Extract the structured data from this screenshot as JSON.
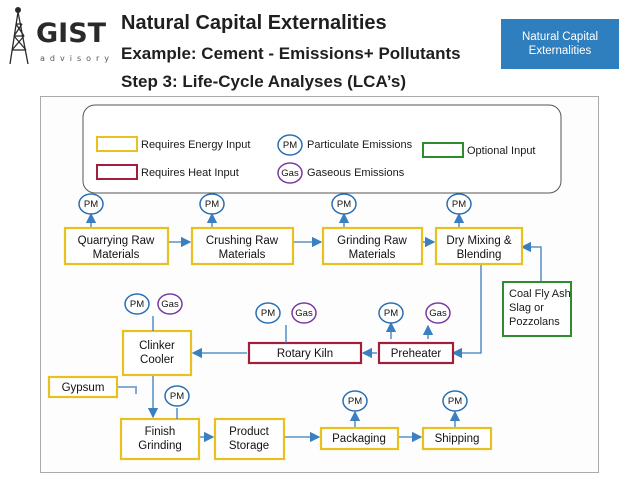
{
  "header": {
    "logo_text": "GIST",
    "logo_sub": "advisory",
    "title": "Natural Capital Externalities",
    "subtitle": "Example: Cement - Emissions+ Pollutants",
    "step": "Step 3: Life-Cycle Analyses (LCA’s)",
    "badge": "Natural Capital Externalities"
  },
  "legend": {
    "energy": "Requires Energy Input",
    "heat": "Requires Heat Input",
    "pm": "Particulate Emissions",
    "gas": "Gaseous Emissions",
    "optional": "Optional Input",
    "pm_tag": "PM",
    "gas_tag": "Gas"
  },
  "nodes": {
    "quarrying": [
      "Quarrying Raw",
      "Materials"
    ],
    "crushing": [
      "Crushing Raw",
      "Materials"
    ],
    "grinding": [
      "Grinding Raw",
      "Materials"
    ],
    "drymix": [
      "Dry Mixing &",
      "Blending"
    ],
    "coalfly": [
      "Coal Fly Ash",
      "Slag or",
      "Pozzolans"
    ],
    "preheater": "Preheater",
    "kiln": "Rotary Kiln",
    "clinker": [
      "Clinker",
      "Cooler"
    ],
    "gypsum": "Gypsum",
    "finish": [
      "Finish",
      "Grinding"
    ],
    "storage": [
      "Product",
      "Storage"
    ],
    "packaging": "Packaging",
    "shipping": "Shipping"
  },
  "colors": {
    "energy": "#e8c020",
    "heat": "#a01f3a",
    "optional": "#2e8b2e",
    "pm_circle": "#2a6fb0",
    "gas_circle": "#7a3aa0",
    "arrow": "#3a7fc0",
    "badge": "#2f7fbf"
  }
}
